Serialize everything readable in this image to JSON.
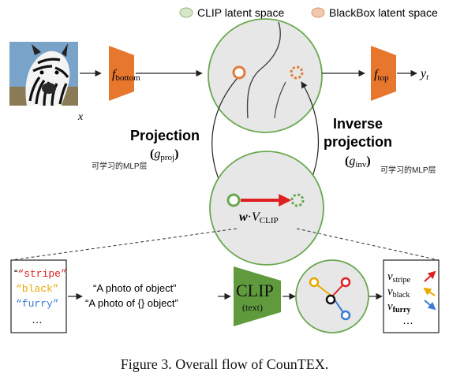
{
  "legend": {
    "clip_label": "CLIP latent space",
    "blackbox_label": "BlackBox latent space",
    "clip_color": "#d6e6c8",
    "blackbox_color": "#f2c9ae"
  },
  "colors": {
    "orange": "#e07b39",
    "green": "#6aa84f",
    "red": "#e02020",
    "clip_fill": "#e7e7e7",
    "clip_box": "#5f9a3d",
    "orange_fill": "#e8772e"
  },
  "top": {
    "input_var": "x",
    "f_bottom": "f",
    "f_bottom_sub": "bottom",
    "f_top": "f",
    "f_top_sub": "top",
    "output": "y",
    "output_sub": "t"
  },
  "projection": {
    "title_line1": "Projection",
    "g": "g",
    "g_sub": "proj",
    "note": "可学习的MLP层"
  },
  "inverse": {
    "title_line1": "Inverse",
    "title_line2": "projection",
    "g": "g",
    "g_sub": "inv",
    "note": "可学习的MLP层"
  },
  "clip_circle": {
    "w": "w",
    "v": "V",
    "v_sub": "CLIP"
  },
  "bottom": {
    "concepts": [
      "“stripe”",
      "“black”",
      "“furry”",
      "…"
    ],
    "concept_colors": [
      "#e02020",
      "#e8a800",
      "#3a7bd5"
    ],
    "prompt1": "“A photo of object”",
    "prompt2": "“A photo of {} object”",
    "clip_title": "CLIP",
    "clip_sub": "(text)",
    "vectors": [
      {
        "v": "v",
        "sub": "stripe"
      },
      {
        "v": "v",
        "sub": "black"
      },
      {
        "v": "v",
        "sub": "furry"
      }
    ],
    "vec_dots": "…"
  },
  "caption": "Figure 3. Overall flow of CounTEX."
}
